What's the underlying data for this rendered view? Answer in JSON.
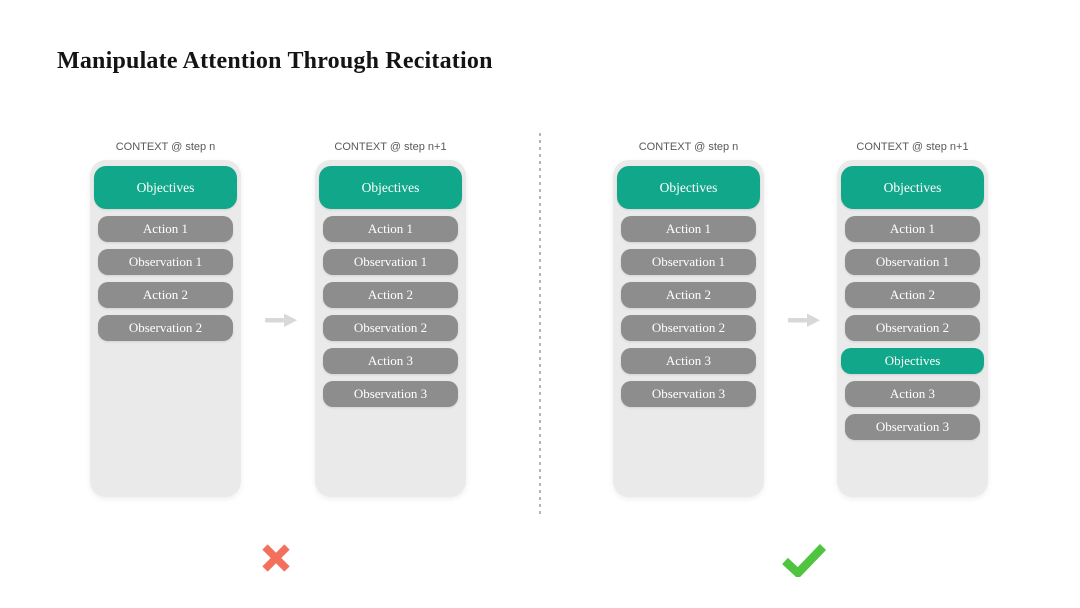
{
  "title": "Manipulate Attention Through Recitation",
  "colors": {
    "teal_accent": "#10a78a",
    "gray_pill": "#8d8d8d",
    "container_bg": "#eaeaea",
    "label_text": "#595959",
    "arrow": "#d8d8d8",
    "cross": "#f3705c",
    "check": "#4fc43e",
    "divider": "#b5b5b5",
    "title_text": "#141414"
  },
  "panels": [
    {
      "name": "without-recitation",
      "verdict": "cross",
      "columns": [
        {
          "label": "CONTEXT @ step n",
          "pills": [
            {
              "text": "Objectives",
              "type": "objectives-header"
            },
            {
              "text": "Action 1",
              "type": "step"
            },
            {
              "text": "Observation 1",
              "type": "step"
            },
            {
              "text": "Action 2",
              "type": "step"
            },
            {
              "text": "Observation 2",
              "type": "step"
            }
          ]
        },
        {
          "label": "CONTEXT @ step n+1",
          "pills": [
            {
              "text": "Objectives",
              "type": "objectives-header"
            },
            {
              "text": "Action 1",
              "type": "step"
            },
            {
              "text": "Observation 1",
              "type": "step"
            },
            {
              "text": "Action 2",
              "type": "step"
            },
            {
              "text": "Observation 2",
              "type": "step"
            },
            {
              "text": "Action 3",
              "type": "step"
            },
            {
              "text": "Observation 3",
              "type": "step"
            }
          ]
        }
      ]
    },
    {
      "name": "with-recitation",
      "verdict": "check",
      "columns": [
        {
          "label": "CONTEXT @ step n",
          "pills": [
            {
              "text": "Objectives",
              "type": "objectives-header"
            },
            {
              "text": "Action 1",
              "type": "step"
            },
            {
              "text": "Observation 1",
              "type": "step"
            },
            {
              "text": "Action 2",
              "type": "step"
            },
            {
              "text": "Observation 2",
              "type": "step"
            },
            {
              "text": "Action 3",
              "type": "step"
            },
            {
              "text": "Observation 3",
              "type": "step"
            }
          ]
        },
        {
          "label": "CONTEXT @ step n+1",
          "pills": [
            {
              "text": "Objectives",
              "type": "objectives-header"
            },
            {
              "text": "Action 1",
              "type": "step"
            },
            {
              "text": "Observation 1",
              "type": "step"
            },
            {
              "text": "Action 2",
              "type": "step"
            },
            {
              "text": "Observation 2",
              "type": "step"
            },
            {
              "text": "Objectives",
              "type": "objectives-recited"
            },
            {
              "text": "Action 3",
              "type": "step"
            },
            {
              "text": "Observation 3",
              "type": "step"
            }
          ]
        }
      ]
    }
  ]
}
